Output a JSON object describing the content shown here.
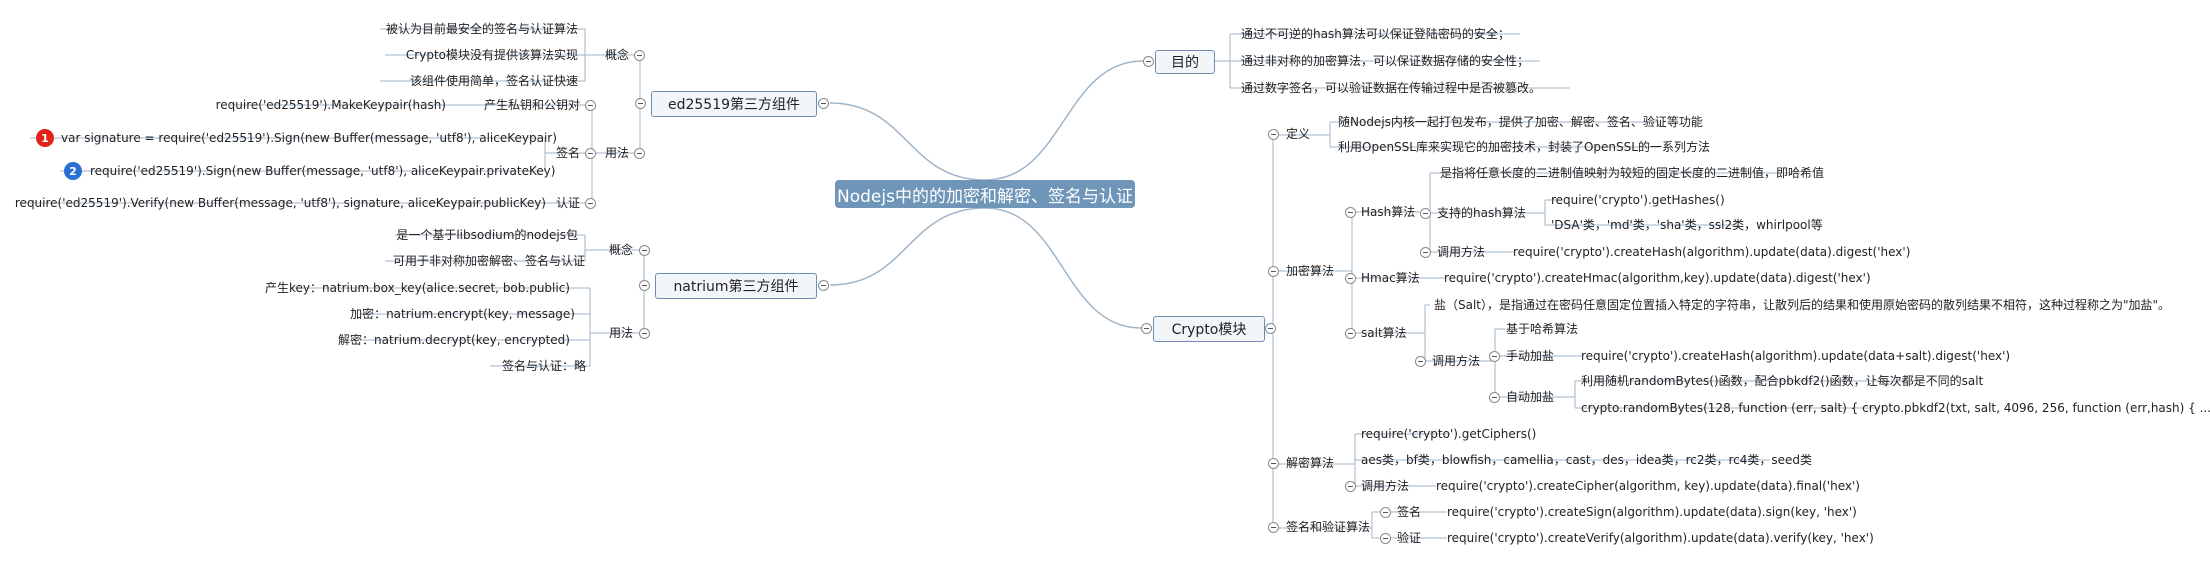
{
  "root": "Nodejs中的的加密和解密、签名与认证",
  "goal": {
    "title": "目的",
    "items": [
      "通过不可逆的hash算法可以保证登陆密码的安全；",
      "通过非对称的加密算法，可以保证数据存储的安全性；",
      "通过数字签名，可以验证数据在传输过程中是否被篡改。"
    ]
  },
  "crypto": {
    "title": "Crypto模块",
    "def_label": "定义",
    "def_items": [
      "随Nodejs内核一起打包发布，提供了加密、解密、签名、验证等功能",
      "利用OpenSSL库来实现它的加密技术，封装了OpenSSL的一系列方法"
    ],
    "enc_label": "加密算法",
    "hash_label": "Hash算法",
    "hash_desc": "是指将任意长度的二进制值映射为较短的固定长度的二进制值，即哈希值",
    "hash_support_label": "支持的hash算法",
    "hash_support_items": [
      "require('crypto').getHashes()",
      "'DSA'类，'md'类，'sha'类，ssl2类，whirlpool等"
    ],
    "hash_call_label": "调用方法",
    "hash_call": "require('crypto').createHash(algorithm).update(data).digest('hex')",
    "hmac_label": "Hmac算法",
    "hmac_call": "require('crypto').createHmac(algorithm,key).update(data).digest('hex')",
    "salt_label": "salt算法",
    "salt_desc": "盐（Salt），是指通过在密码任意固定位置插入特定的字符串，让散列后的结果和使用原始密码的散列结果不相符，这种过程称之为\"加盐\"。",
    "salt_call_label": "调用方法",
    "salt_base": "基于哈希算法",
    "salt_manual_label": "手动加盐",
    "salt_manual": "require('crypto').createHash(algorithm).update(data+salt).digest('hex')",
    "salt_auto_label": "自动加盐",
    "salt_auto_items": [
      "利用随机randomBytes()函数，配合pbkdf2()函数，让每次都是不同的salt",
      "crypto.randomBytes(128, function (err, salt) { crypto.pbkdf2(txt, salt, 4096, 256, function (err,hash) { ..."
    ],
    "dec_label": "解密算法",
    "dec_items": [
      "require('crypto').getCiphers()",
      "aes类，bf类，blowfish，camellia，cast，des，idea类，rc2类，rc4类，seed类"
    ],
    "dec_call_label": "调用方法",
    "dec_call": "require('crypto').createCipher(algorithm, key).update(data).final('hex')",
    "sign_label": "签名和验证算法",
    "sign_sub_label": "签名",
    "sign_call": "require('crypto').createSign(algorithm).update(data).sign(key, 'hex')",
    "verify_sub_label": "验证",
    "verify_call": "require('crypto').createVerify(algorithm).update(data).verify(key, 'hex')"
  },
  "ed25519": {
    "title": "ed25519第三方组件",
    "concept_label": "概念",
    "concept_items": [
      "被认为目前最安全的签名与认证算法",
      "Crypto模块没有提供该算法实现",
      "该组件使用简单，签名认证快速"
    ],
    "usage_label": "用法",
    "keypair_label": "产生私钥和公钥对",
    "keypair_call": "require('ed25519').MakeKeypair(hash)",
    "sign_label": "签名",
    "sign_items": [
      "var signature = require('ed25519').Sign(new Buffer(message, 'utf8'), aliceKeypair)",
      "require('ed25519').Sign(new Buffer(message, 'utf8'), aliceKeypair.privateKey)"
    ],
    "sign_markers": [
      "1",
      "2"
    ],
    "verify_label": "认证",
    "verify_call": "require('ed25519').Verify(new Buffer(message, 'utf8'), signature, aliceKeypair.publicKey)"
  },
  "natrium": {
    "title": "natrium第三方组件",
    "concept_label": "概念",
    "concept_items": [
      "是一个基于libsodium的nodejs包",
      "可用于非对称加密解密、签名与认证"
    ],
    "usage_label": "用法",
    "usage_items": [
      "产生key：natrium.box_key(alice.secret, bob.public)",
      "加密：natrium.encrypt(key, message)",
      "解密：natrium.decrypt(key, encrypted)",
      "签名与认证：略"
    ]
  },
  "colors": {
    "root_bg": "#6f96b9",
    "node_border": "#6f8fb0",
    "line": "#9fb4c8",
    "marker1": "#e2231a",
    "marker2": "#2a6fd6"
  }
}
